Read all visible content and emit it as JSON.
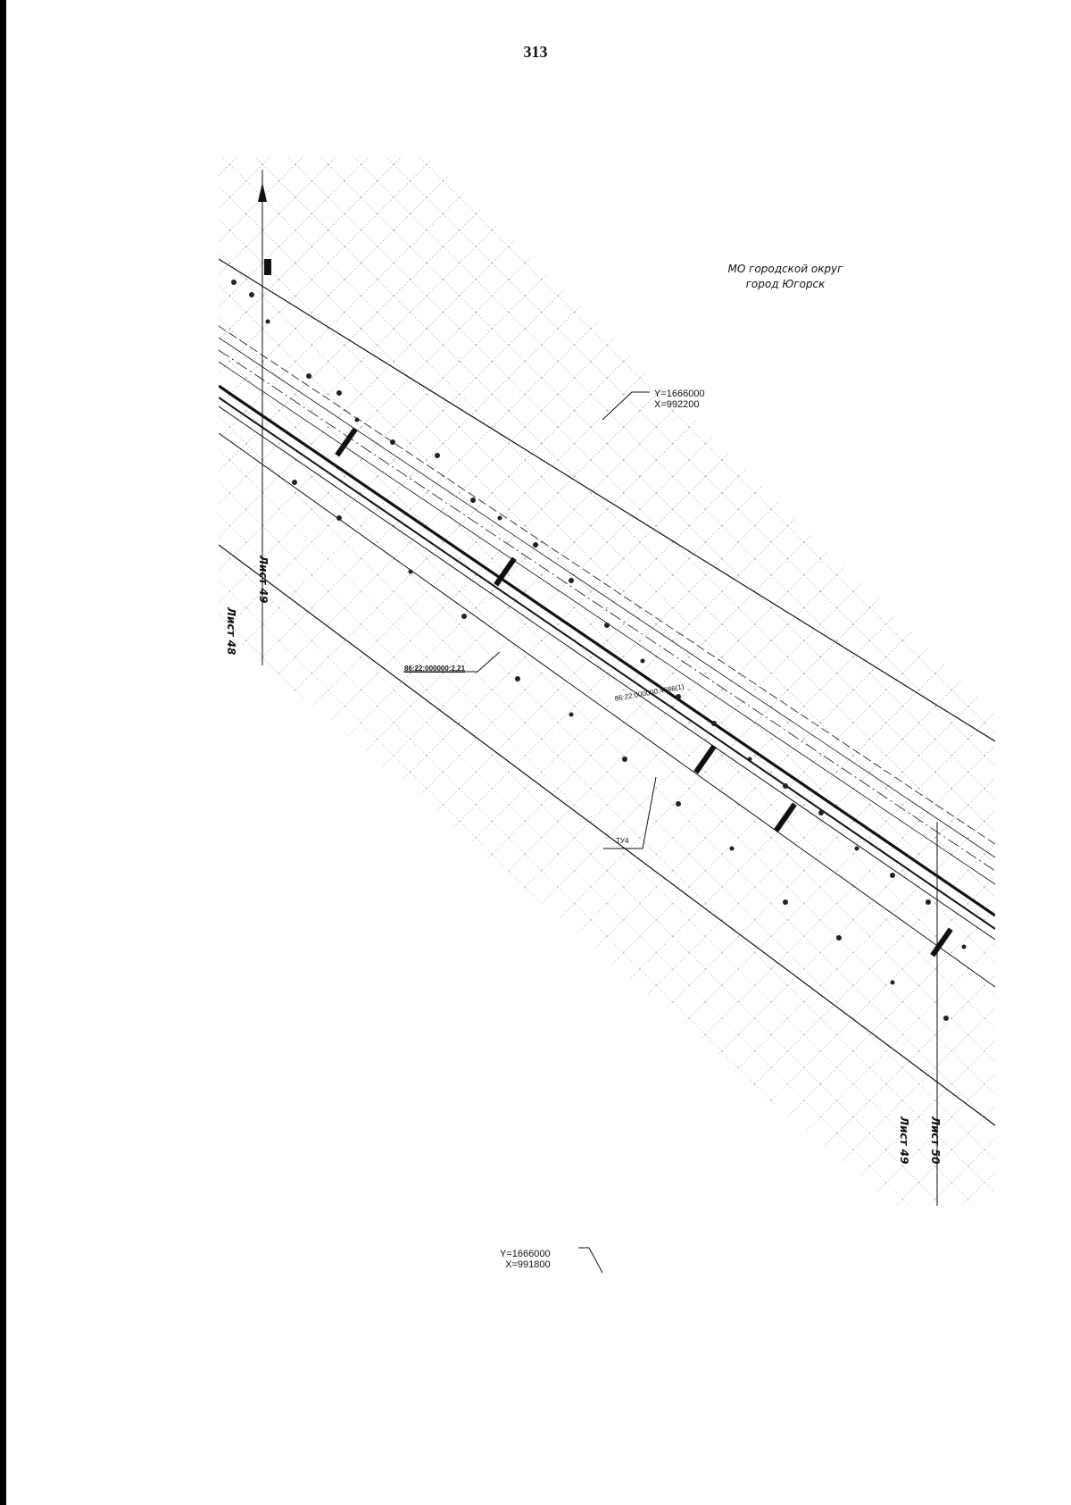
{
  "page": {
    "number": "313"
  },
  "municipality": {
    "line1": "МО городской округ",
    "line2": "город Югорск"
  },
  "coordinates": {
    "top": {
      "y": "Y=1666000",
      "x": "X=992200"
    },
    "bottom": {
      "y": "Y=1666000",
      "x": "X=991800"
    }
  },
  "sheets": {
    "left_outer": "Лист 48",
    "left_inner": "Лист 49",
    "right_inner": "Лист 49",
    "right_outer": "Лист 50"
  },
  "parcels": {
    "a": "86:22:000000:2,21",
    "b": "86:22:000000:4686(1)"
  },
  "point_label": "ТУ4",
  "colors": {
    "ink": "#111111",
    "frame": "#000000",
    "paper": "#ffffff"
  }
}
